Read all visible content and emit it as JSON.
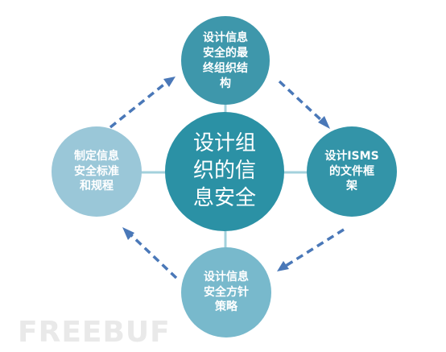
{
  "center": {
    "text": "设计组\n织的信\n息安全",
    "color": "#2b91a5"
  },
  "nodes": [
    {
      "key": "top",
      "text": "设计信息\n安全的最\n终组织结\n构",
      "color": "#3e97ab"
    },
    {
      "key": "right",
      "text": "设计ISMS\n的文件框\n架",
      "color": "#3394a8"
    },
    {
      "key": "bottom",
      "text": "设计信息\n安全方针\n策略",
      "color": "#78b9cc"
    },
    {
      "key": "left",
      "text": "制定信息\n安全标准\n和规程",
      "color": "#9ac7d8"
    }
  ],
  "colors": {
    "connector": "#a3d1dc",
    "arrow": "#4a78b8"
  },
  "watermark": "FREEBUF"
}
